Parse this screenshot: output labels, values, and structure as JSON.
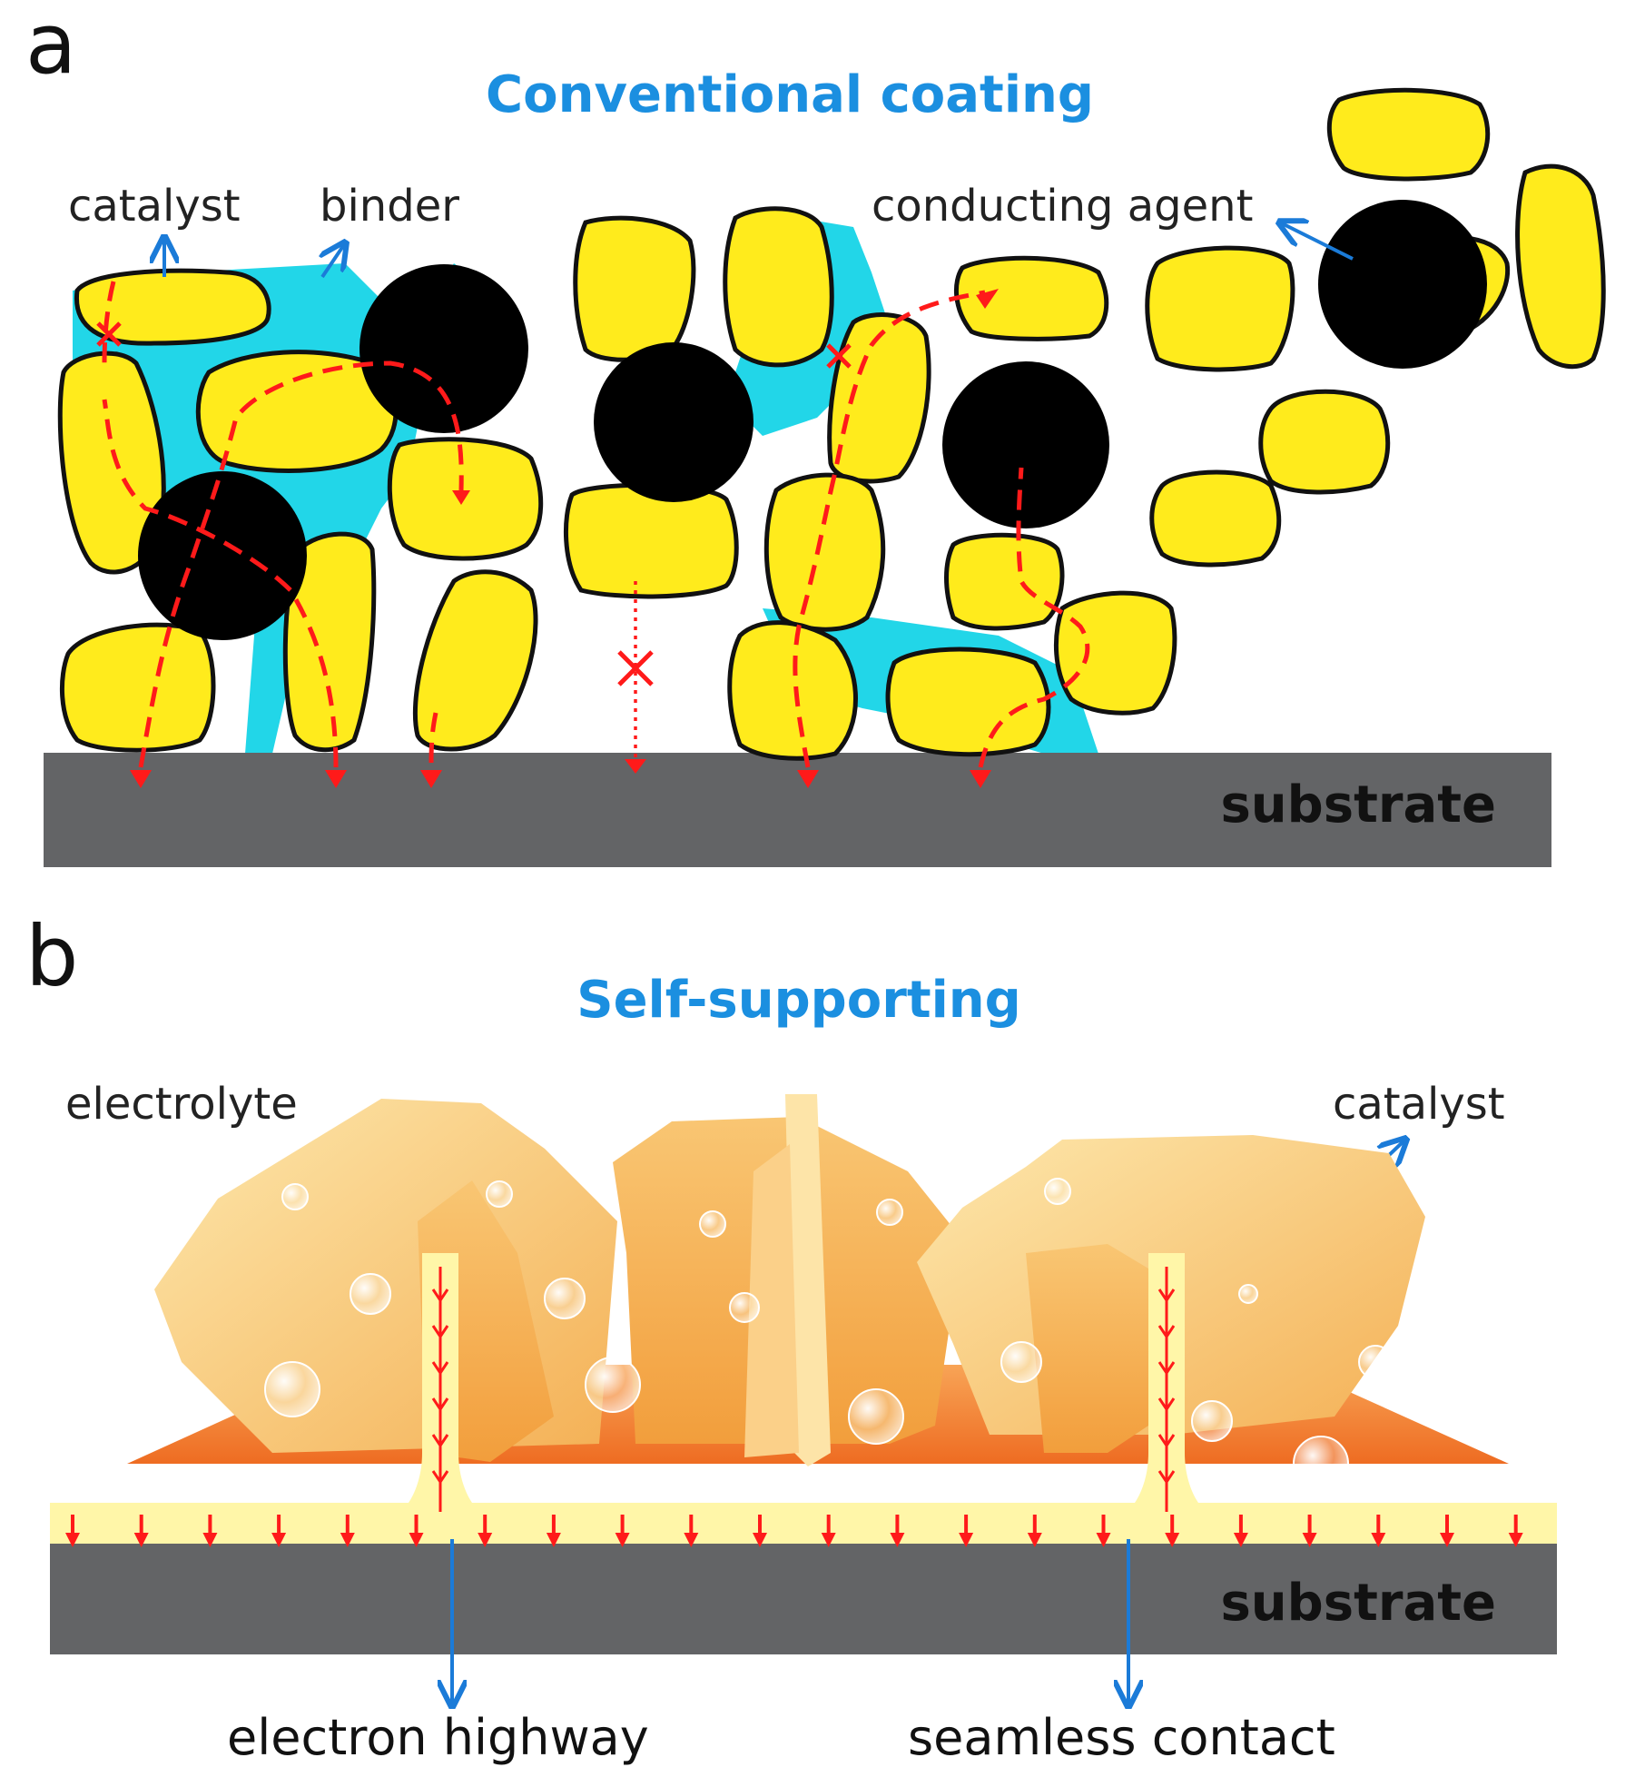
{
  "panel_a": {
    "letter": "a",
    "title": "Conventional coating",
    "labels": {
      "catalyst": "catalyst",
      "binder": "binder",
      "conducting_agent": "conducting agent",
      "substrate": "substrate"
    }
  },
  "panel_b": {
    "letter": "b",
    "title": "Self-supporting",
    "labels": {
      "electrolyte": "electrolyte",
      "catalyst": "catalyst",
      "substrate": "substrate",
      "electron_highway": "electron highway",
      "seamless_contact": "seamless contact"
    }
  },
  "colors": {
    "catalyst_fill": "#ffeb1c",
    "binder": "#22d6e8",
    "conducting_agent": "#000000",
    "substrate": "#636466",
    "title_blue": "#1b8fe0",
    "arrow_blue": "#1b7bd8",
    "electron_path": "#ff1a1a",
    "self_support_film": "#fff6a8",
    "base_orange": "#f57a2c",
    "block_light": "#fde3a2",
    "block_dark": "#f6b65c"
  }
}
